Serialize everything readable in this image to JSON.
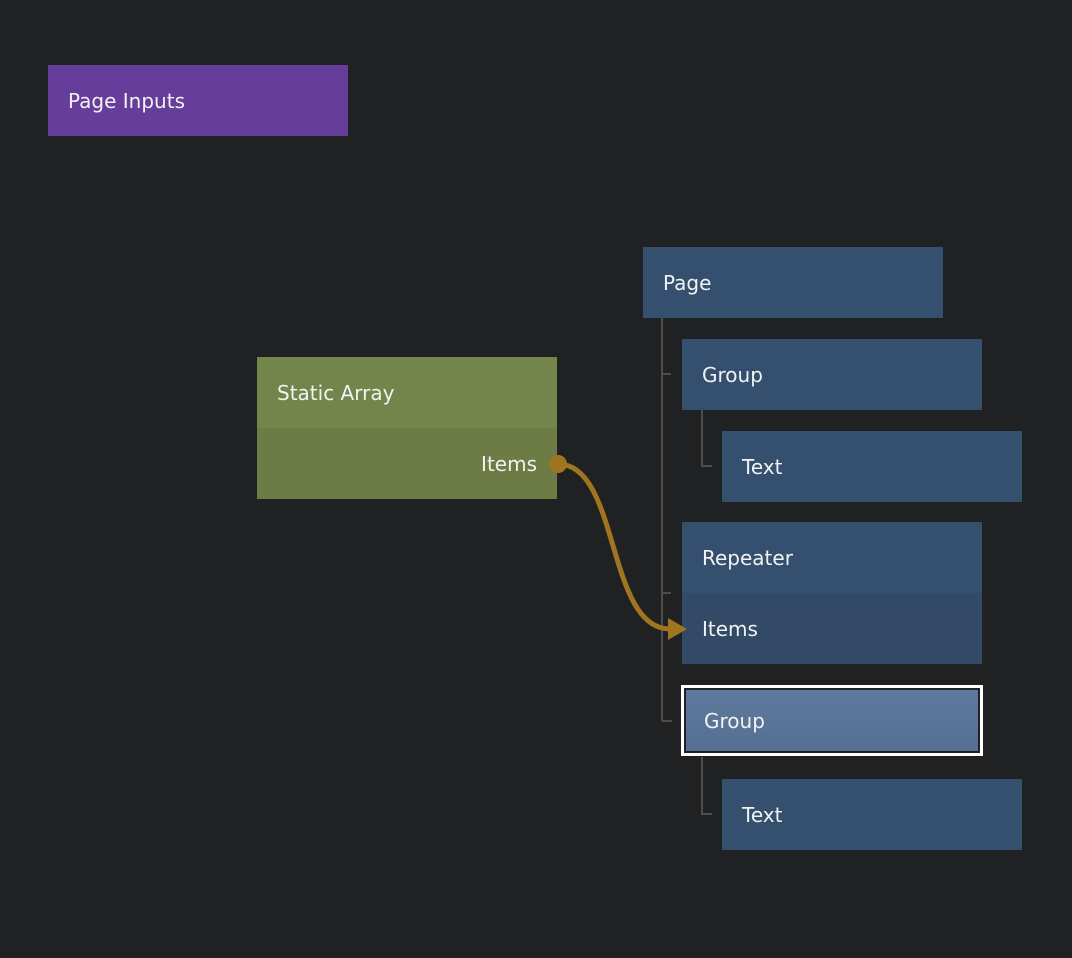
{
  "app": {
    "view": "component-tree-canvas"
  },
  "colors": {
    "background": "#202122",
    "page_inputs_fill": "#663d9a",
    "static_array_header_fill": "#74854b",
    "static_array_row_fill": "#6d7c45",
    "tree_node_fill": "#35506e",
    "tree_node_row_fill": "#324a66",
    "selected_node_fill": "#5a7496",
    "selected_node_border": "#ffffff",
    "wire": "#a0751f",
    "tree_line": "#4d4d4d",
    "label_text": "#f2f2f2"
  },
  "nodes": {
    "page_inputs": {
      "label": "Page Inputs"
    },
    "static_array": {
      "title": "Static Array",
      "output_port_label": "Items"
    },
    "page": {
      "label": "Page"
    },
    "group_1": {
      "label": "Group"
    },
    "text_1": {
      "label": "Text"
    },
    "repeater": {
      "title": "Repeater",
      "input_port_label": "Items"
    },
    "group_selected": {
      "label": "Group",
      "selected": true
    },
    "text_2": {
      "label": "Text"
    }
  },
  "connection": {
    "from": "Static Array / Items",
    "to": "Repeater / Items"
  }
}
